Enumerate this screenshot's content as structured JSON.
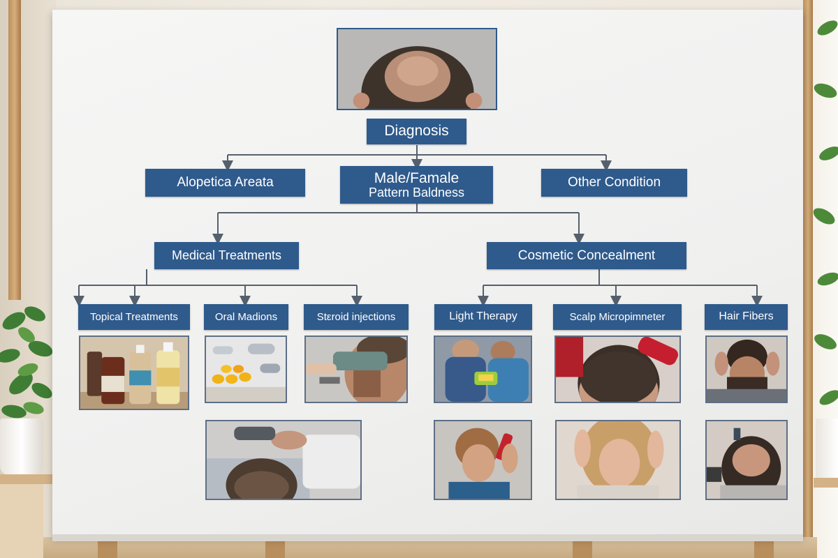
{
  "diagram": {
    "root": {
      "label": "Diagnosis"
    },
    "conditions": [
      {
        "id": "alopecia",
        "label": "Alopetica Areata"
      },
      {
        "id": "pattern",
        "line1": "Male/Famale",
        "line2": "Pattern Baldness"
      },
      {
        "id": "other",
        "label": "Other Condition"
      }
    ],
    "branches": [
      {
        "id": "medical",
        "label": "Medical Treatments"
      },
      {
        "id": "cosmetic",
        "label": "Cosmetic Concealment"
      }
    ],
    "medical_options": [
      {
        "id": "topical",
        "label": "Topical Treatments"
      },
      {
        "id": "oral",
        "label": "Oral Madions"
      },
      {
        "id": "steroid",
        "label": "Stεroid injections"
      }
    ],
    "cosmetic_options": [
      {
        "id": "light",
        "label": "Light Therapy"
      },
      {
        "id": "scalp",
        "label": "Scalp Micropimneter"
      },
      {
        "id": "fibers",
        "label": "Hair Fibers"
      }
    ]
  },
  "colors": {
    "node_fill": "#2f5a8c",
    "node_text": "#ffffff",
    "connector": "#55606c",
    "board": "#f3f3f2"
  }
}
